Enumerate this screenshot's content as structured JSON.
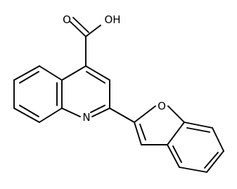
{
  "structure": {
    "labels": {
      "carbonyl_oxygen": "O",
      "hydroxyl": "OH",
      "ring_nitrogen": "N",
      "furan_oxygen": "O"
    }
  }
}
